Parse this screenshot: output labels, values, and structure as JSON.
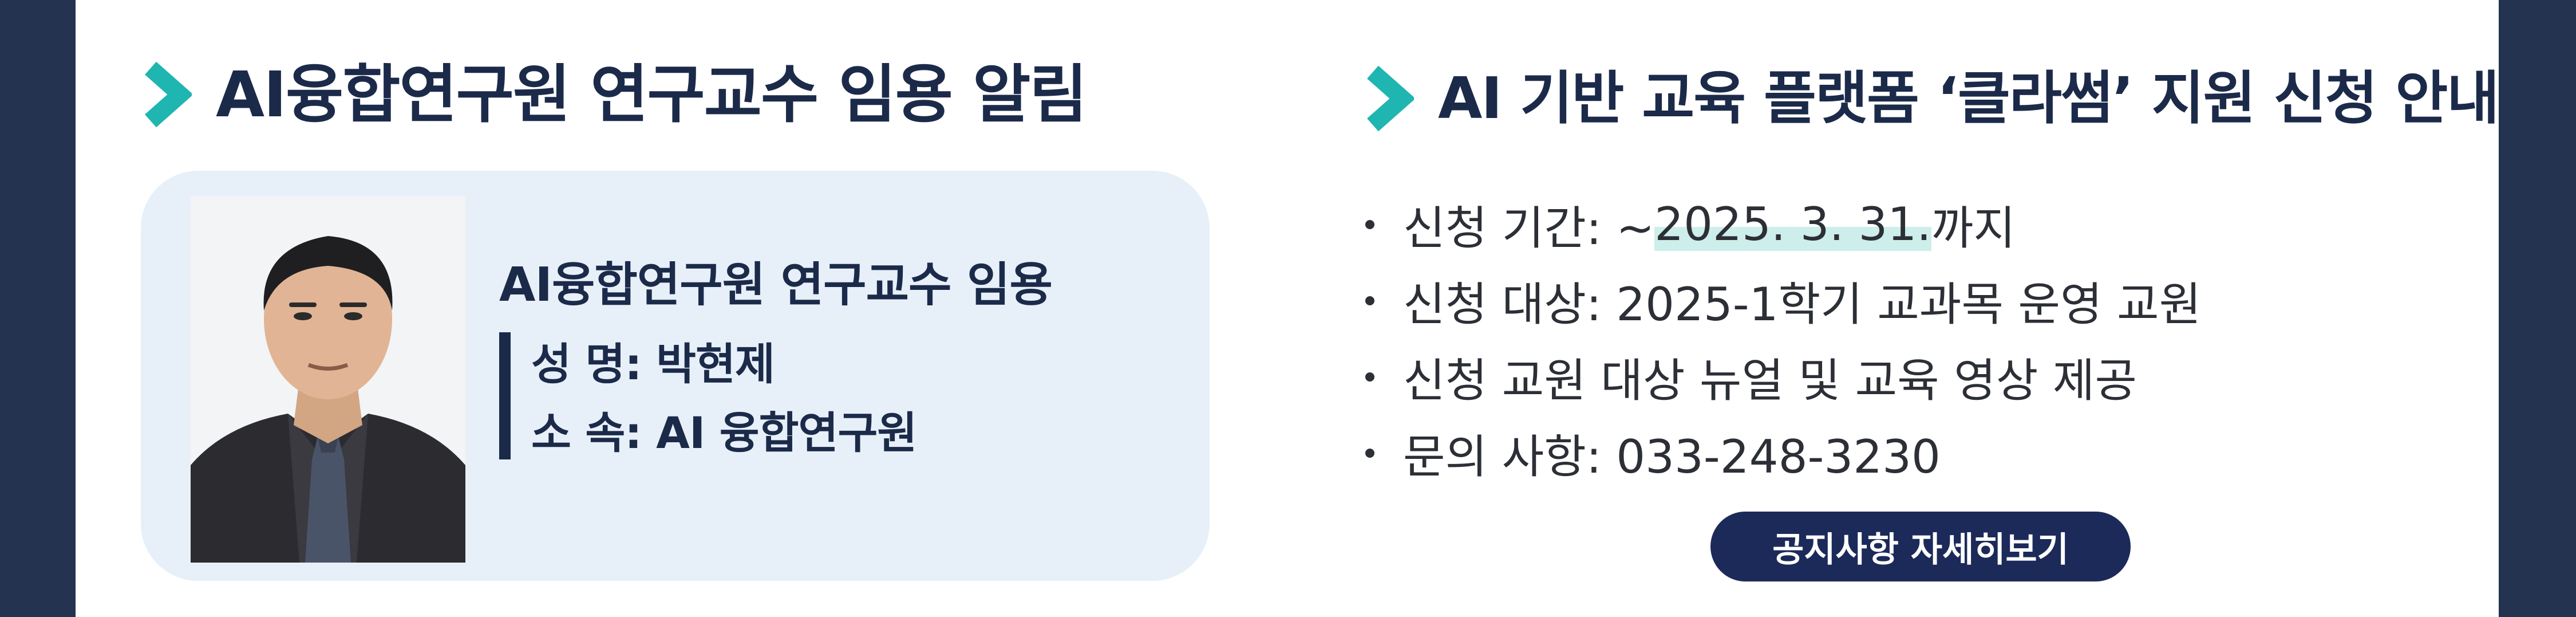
{
  "left_section": {
    "title": "AI융합연구원 연구교수 임용 알림",
    "icon": "chevron-right-icon",
    "card": {
      "heading": "AI융합연구원 연구교수 임용",
      "name_line": "성 명: 박현제",
      "affiliation_line": "소 속: AI 융합연구원"
    }
  },
  "right_section": {
    "title": "AI 기반 교육 플랫폼 ‘클라썸’ 지원 신청 안내",
    "icon": "chevron-right-icon",
    "bullets": [
      {
        "prefix": "신청 기간: ~",
        "highlight": "2025. 3. 31.",
        "suffix": "까지"
      },
      {
        "text": "신청 대상: 2025-1학기 교과목 운영 교원"
      },
      {
        "text": "신청 교원 대상 뉴얼 및 교육 영상 제공"
      },
      {
        "text": "문의 사항: 033-248-3230"
      }
    ],
    "button_label": "공지사항 자세히보기"
  },
  "colors": {
    "navy": "#1c2a4a",
    "frame": "#233350",
    "accent_teal": "#1fb5b0",
    "card_bg": "#e7f0f8",
    "highlight": "#cdeeea",
    "button_bg": "#1c2a5a"
  }
}
